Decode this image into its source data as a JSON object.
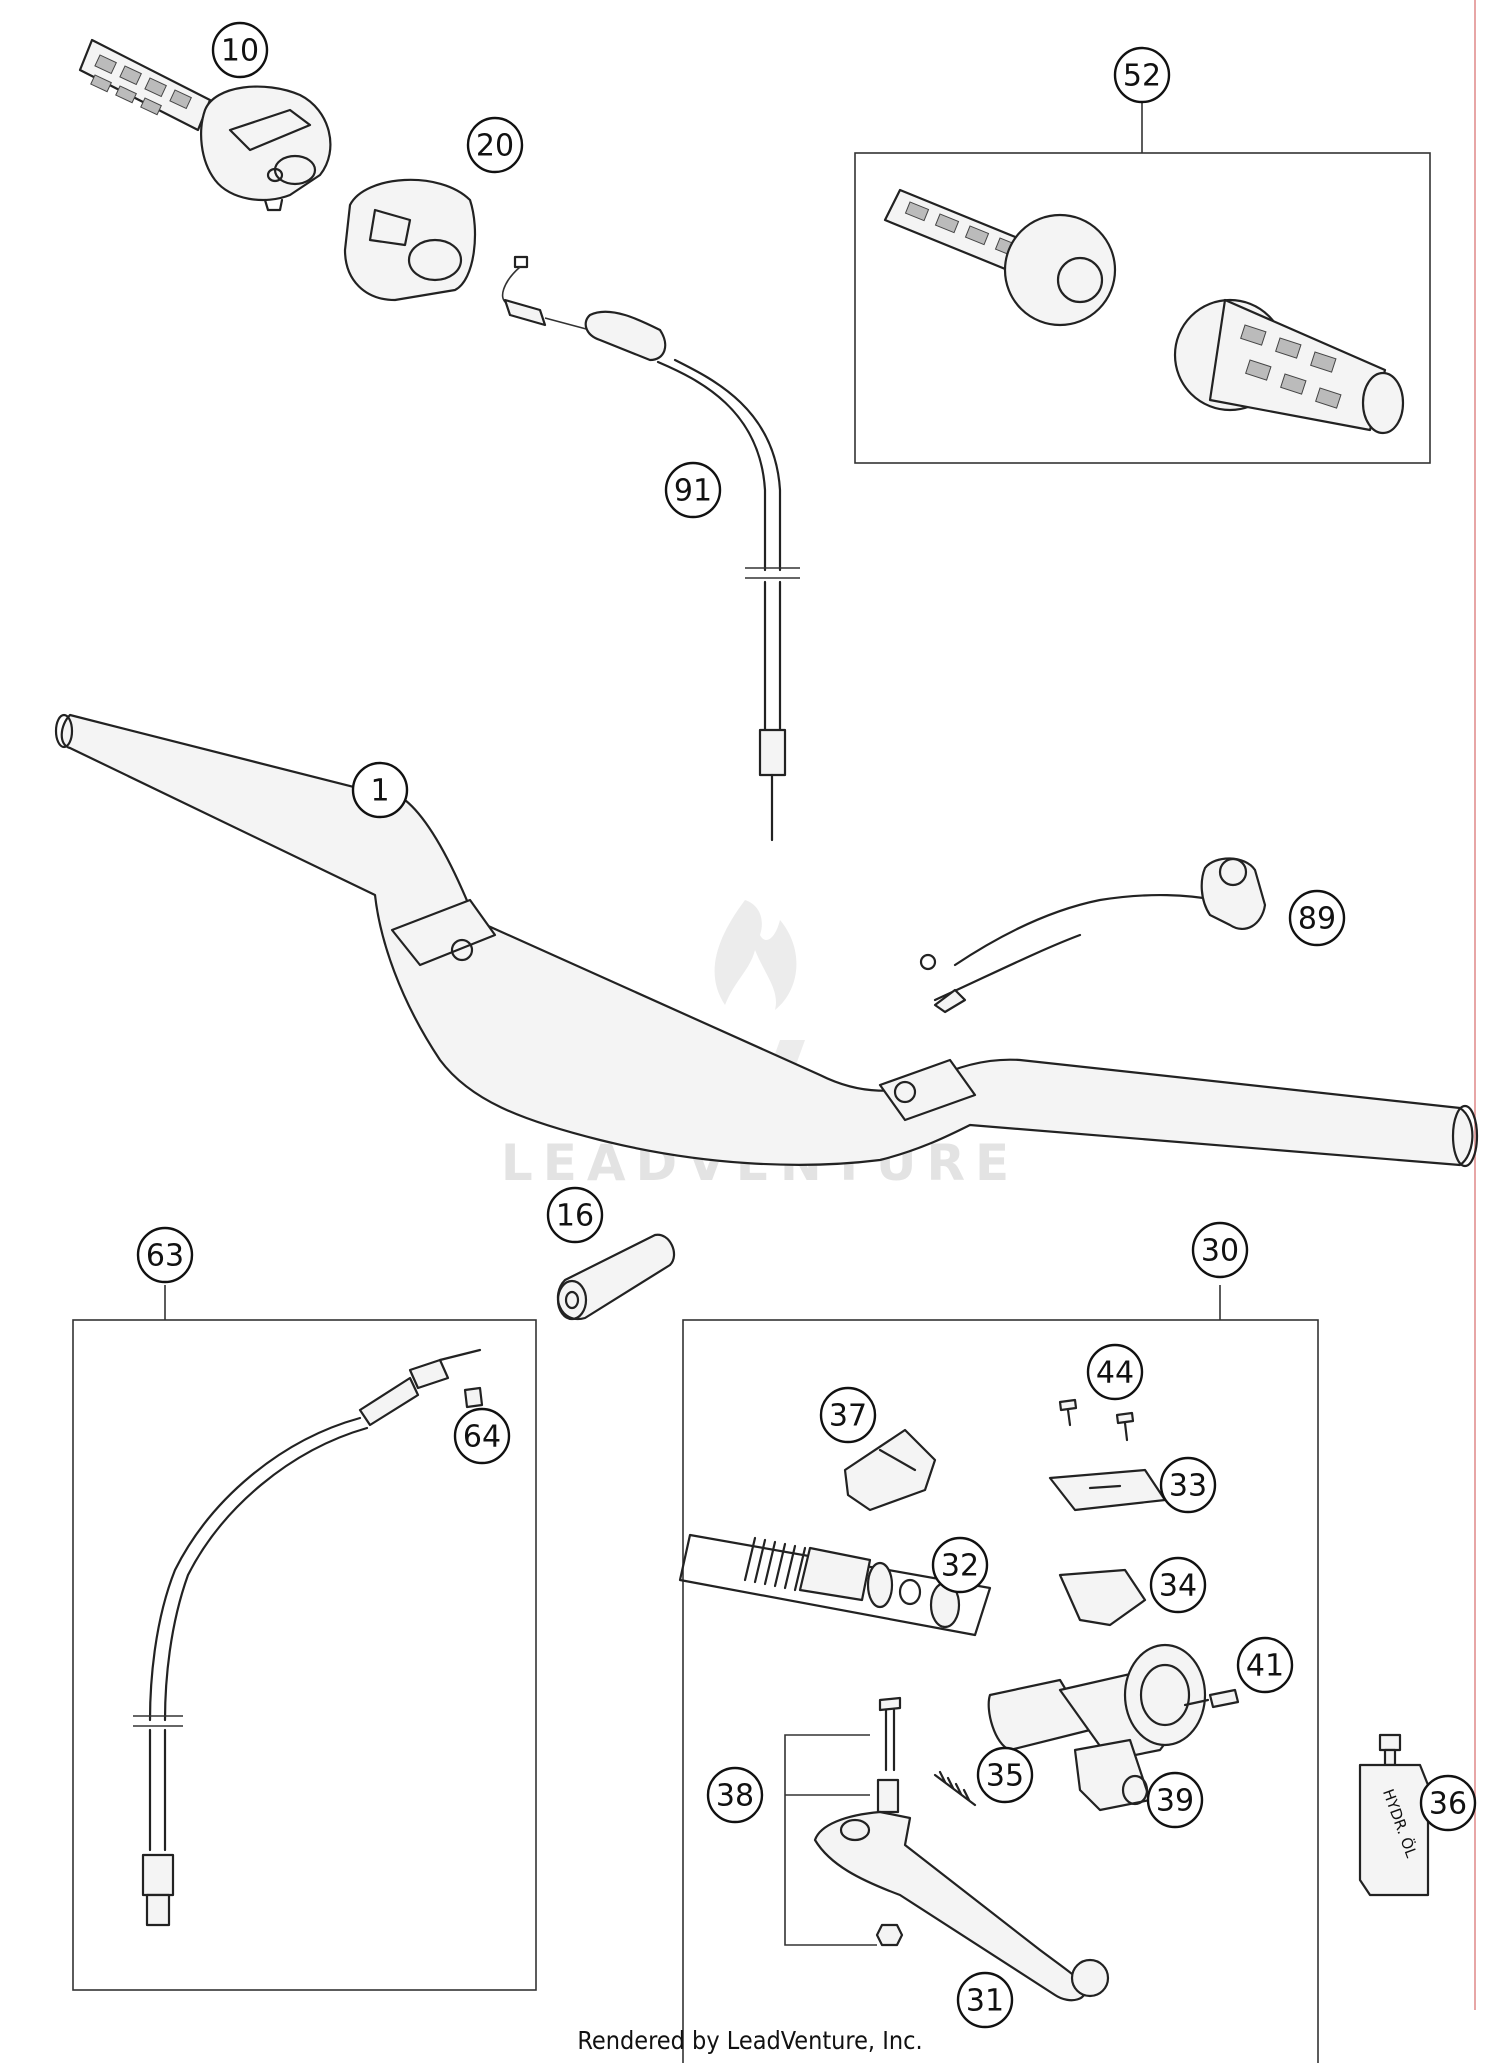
{
  "footer": {
    "credit": "Rendered by LeadVenture, Inc."
  },
  "watermark": {
    "text": "LEADVENTURE"
  },
  "container": {
    "label": "HYDR. ÖL"
  },
  "colors": {
    "line": "#222222",
    "edge_line": "#e7a6a6",
    "watermark": "#e3e3e3"
  },
  "callouts": [
    {
      "id": "1",
      "label": "1"
    },
    {
      "id": "10",
      "label": "10"
    },
    {
      "id": "16",
      "label": "16"
    },
    {
      "id": "20",
      "label": "20"
    },
    {
      "id": "30",
      "label": "30"
    },
    {
      "id": "31",
      "label": "31"
    },
    {
      "id": "32",
      "label": "32"
    },
    {
      "id": "33",
      "label": "33"
    },
    {
      "id": "34",
      "label": "34"
    },
    {
      "id": "35",
      "label": "35"
    },
    {
      "id": "36",
      "label": "36"
    },
    {
      "id": "37",
      "label": "37"
    },
    {
      "id": "38",
      "label": "38"
    },
    {
      "id": "39",
      "label": "39"
    },
    {
      "id": "41",
      "label": "41"
    },
    {
      "id": "44",
      "label": "44"
    },
    {
      "id": "52",
      "label": "52"
    },
    {
      "id": "63",
      "label": "63"
    },
    {
      "id": "64",
      "label": "64"
    },
    {
      "id": "89",
      "label": "89"
    },
    {
      "id": "91",
      "label": "91"
    }
  ]
}
